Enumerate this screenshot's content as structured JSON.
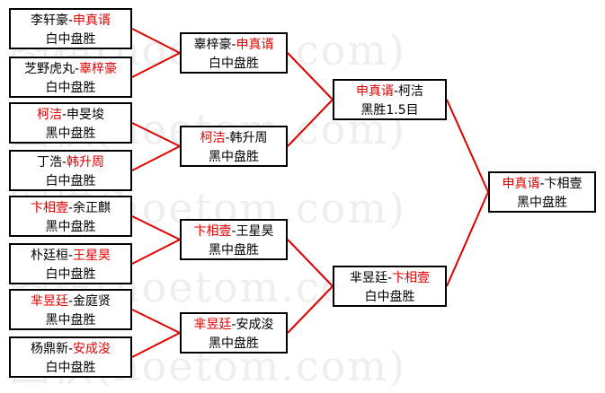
{
  "watermark_lines": [
    "图棋(hoetom.com)",
    "图棋(hoetom.com)",
    "图棋(hoetom.com)",
    "图棋(hoetom.com)",
    "图棋(hoetom.com)"
  ],
  "line_color": "#e00000",
  "winner_color": "#e00000",
  "round1": [
    {
      "p1": "李轩豪",
      "p2": "申真谞",
      "winner": 2,
      "result": "白中盘胜"
    },
    {
      "p1": "芝野虎丸",
      "p2": "辜梓豪",
      "winner": 2,
      "result": "白中盘胜"
    },
    {
      "p1": "柯洁",
      "p2": "申旻埈",
      "winner": 1,
      "result": "黑中盘胜"
    },
    {
      "p1": "丁浩",
      "p2": "韩升周",
      "winner": 2,
      "result": "白中盘胜"
    },
    {
      "p1": "卞相壹",
      "p2": "余正麒",
      "winner": 1,
      "result": "黑中盘胜"
    },
    {
      "p1": "朴廷桓",
      "p2": "王星昊",
      "winner": 2,
      "result": "白中盘胜"
    },
    {
      "p1": "芈昱廷",
      "p2": "金庭贤",
      "winner": 1,
      "result": "黑中盘胜"
    },
    {
      "p1": "杨鼎新",
      "p2": "安成浚",
      "winner": 2,
      "result": "白中盘胜"
    }
  ],
  "round2": [
    {
      "p1": "辜梓豪",
      "p2": "申真谞",
      "winner": 2,
      "result": "白中盘胜"
    },
    {
      "p1": "柯洁",
      "p2": "韩升周",
      "winner": 1,
      "result": "黑中盘胜"
    },
    {
      "p1": "卞相壹",
      "p2": "王星昊",
      "winner": 1,
      "result": "黑中盘胜"
    },
    {
      "p1": "芈昱廷",
      "p2": "安成浚",
      "winner": 1,
      "result": "黑中盘胜"
    }
  ],
  "round3": [
    {
      "p1": "申真谞",
      "p2": "柯洁",
      "winner": 1,
      "result": "黑胜1.5目"
    },
    {
      "p1": "芈昱廷",
      "p2": "卞相壹",
      "winner": 2,
      "result": "白中盘胜"
    }
  ],
  "final": [
    {
      "p1": "申真谞",
      "p2": "卞相壹",
      "winner": 1,
      "result": "黑中盘胜"
    }
  ]
}
